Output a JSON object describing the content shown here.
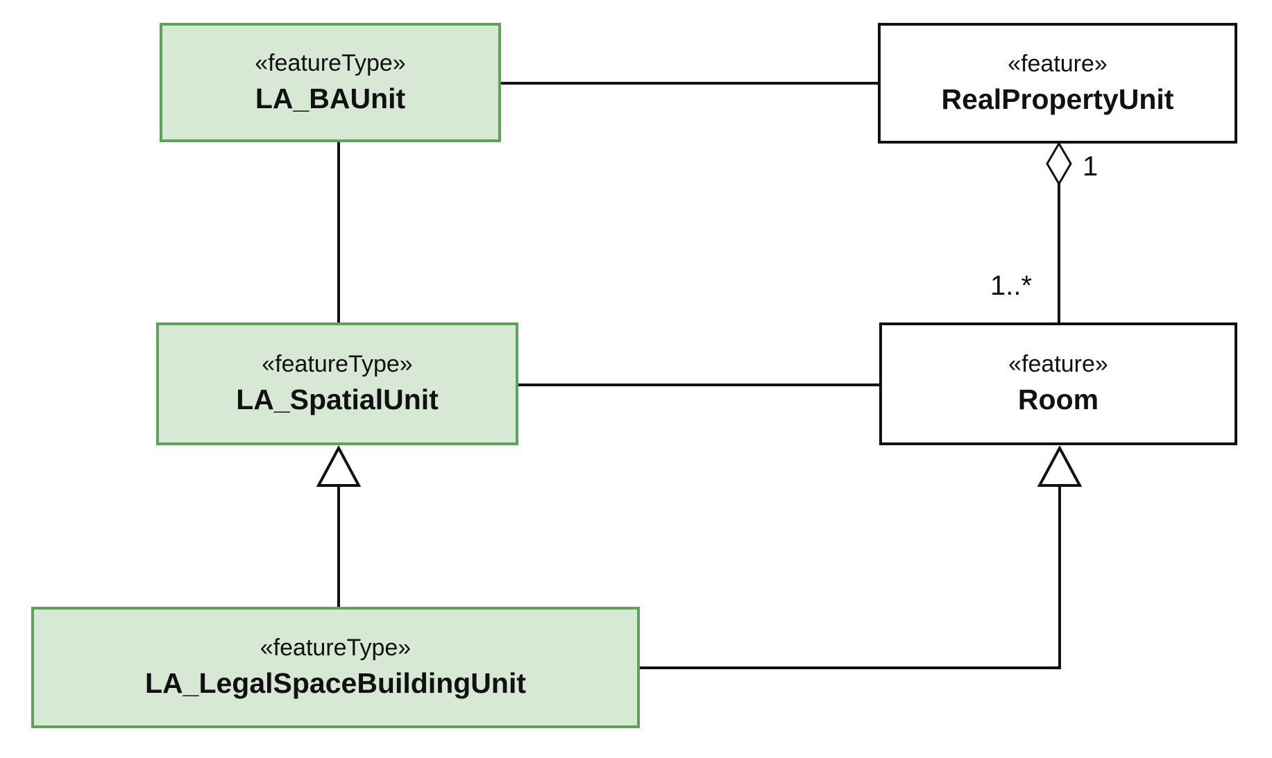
{
  "diagram": {
    "nodes": [
      {
        "id": "la-baunit",
        "stereotype": "«featureType»",
        "name": "LA_BAUnit"
      },
      {
        "id": "real-property-unit",
        "stereotype": "«feature»",
        "name": "RealPropertyUnit"
      },
      {
        "id": "la-spatialunit",
        "stereotype": "«featureType»",
        "name": "LA_SpatialUnit"
      },
      {
        "id": "room",
        "stereotype": "«feature»",
        "name": "Room"
      },
      {
        "id": "la-legalspacebuildingunit",
        "stereotype": "«featureType»",
        "name": "LA_LegalSpaceBuildingUnit"
      }
    ],
    "relationships": [
      {
        "type": "association",
        "from": "LA_BAUnit",
        "to": "RealPropertyUnit"
      },
      {
        "type": "association",
        "from": "LA_BAUnit",
        "to": "LA_SpatialUnit"
      },
      {
        "type": "association",
        "from": "LA_SpatialUnit",
        "to": "Room"
      },
      {
        "type": "aggregation",
        "whole": "RealPropertyUnit",
        "part": "Room",
        "whole_multiplicity": "1",
        "part_multiplicity": "1..*"
      },
      {
        "type": "generalization",
        "from": "LA_LegalSpaceBuildingUnit",
        "to": "LA_SpatialUnit"
      },
      {
        "type": "generalization",
        "from": "LA_LegalSpaceBuildingUnit",
        "to": "Room"
      }
    ],
    "multiplicities": {
      "whole": "1",
      "part": "1..*"
    },
    "colors": {
      "feature_type_fill": "#d7e9d5",
      "feature_type_border": "#5ba455",
      "feature_fill": "#ffffff",
      "feature_border": "#111111",
      "edge": "#111111"
    }
  }
}
